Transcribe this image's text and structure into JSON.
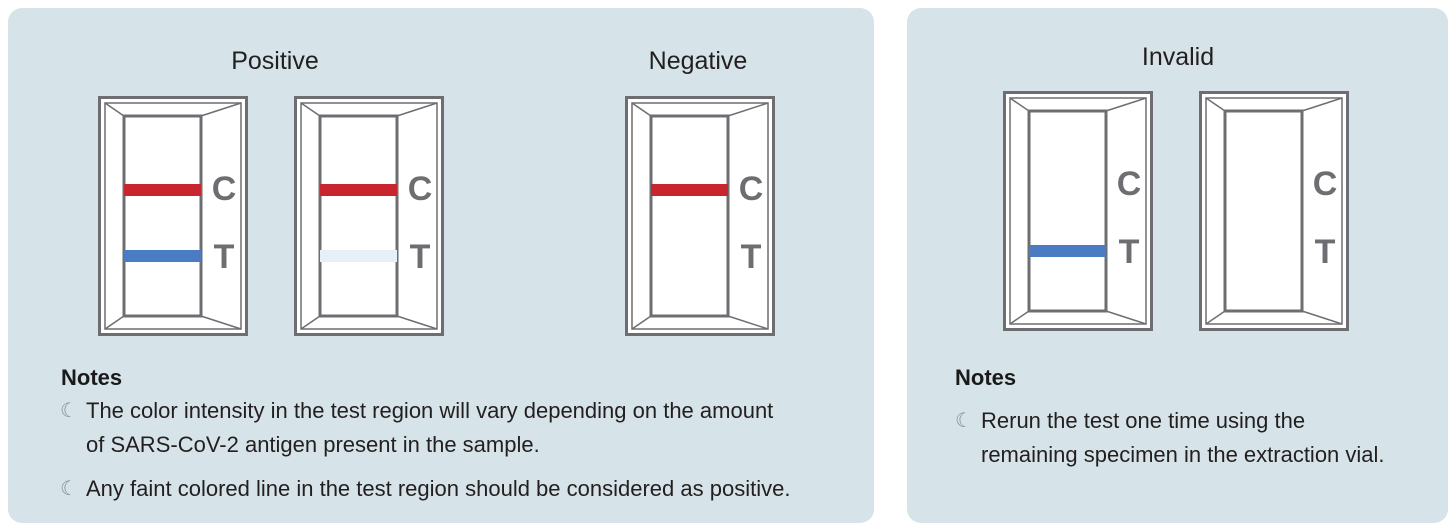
{
  "colors": {
    "panel_bg": "#d6e3e8",
    "control_line": "#c8252f",
    "test_line_strong": "#4a7cc4",
    "test_line_faint": "#e6f0f8",
    "cassette_frame": "#6d6e71",
    "marker_text": "#6d6e71"
  },
  "groups": {
    "positive": "Positive",
    "negative": "Negative",
    "invalid": "Invalid"
  },
  "markers": {
    "control": "C",
    "test": "T"
  },
  "cassettes": [
    {
      "id": "positive-1",
      "control_line": true,
      "test_line": "strong"
    },
    {
      "id": "positive-2",
      "control_line": true,
      "test_line": "faint"
    },
    {
      "id": "negative-1",
      "control_line": true,
      "test_line": "none"
    },
    {
      "id": "invalid-1",
      "control_line": false,
      "test_line": "strong"
    },
    {
      "id": "invalid-2",
      "control_line": false,
      "test_line": "none"
    }
  ],
  "notes_left": {
    "title": "Notes",
    "bullet_icon": "crescent-bullet-icon",
    "items": [
      {
        "line1": "The color intensity in the test region will vary depending on the amount",
        "line2": "of SARS-CoV-2 antigen present in the sample."
      },
      {
        "line1": "Any faint colored line in the test region should be considered as positive."
      }
    ]
  },
  "notes_right": {
    "title": "Notes",
    "bullet_icon": "crescent-bullet-icon",
    "items": [
      {
        "line1": "Rerun the test one time using the",
        "line2": "remaining specimen in the extraction vial."
      }
    ]
  }
}
